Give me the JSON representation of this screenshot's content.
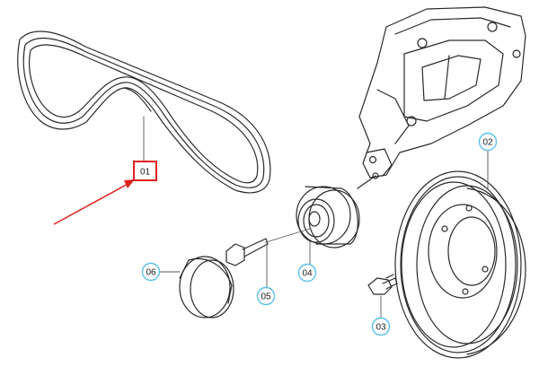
{
  "diagram": {
    "callouts": [
      {
        "id": "01",
        "label": "01",
        "highlighted": true
      },
      {
        "id": "02",
        "label": "02",
        "highlighted": false
      },
      {
        "id": "03",
        "label": "03",
        "highlighted": false
      },
      {
        "id": "04",
        "label": "04",
        "highlighted": false
      },
      {
        "id": "05",
        "label": "05",
        "highlighted": false
      },
      {
        "id": "06",
        "label": "06",
        "highlighted": false
      }
    ],
    "colors": {
      "line": "#2a2a2a",
      "callout_circle": "#5bc0eb",
      "highlight": "#e02020"
    }
  }
}
